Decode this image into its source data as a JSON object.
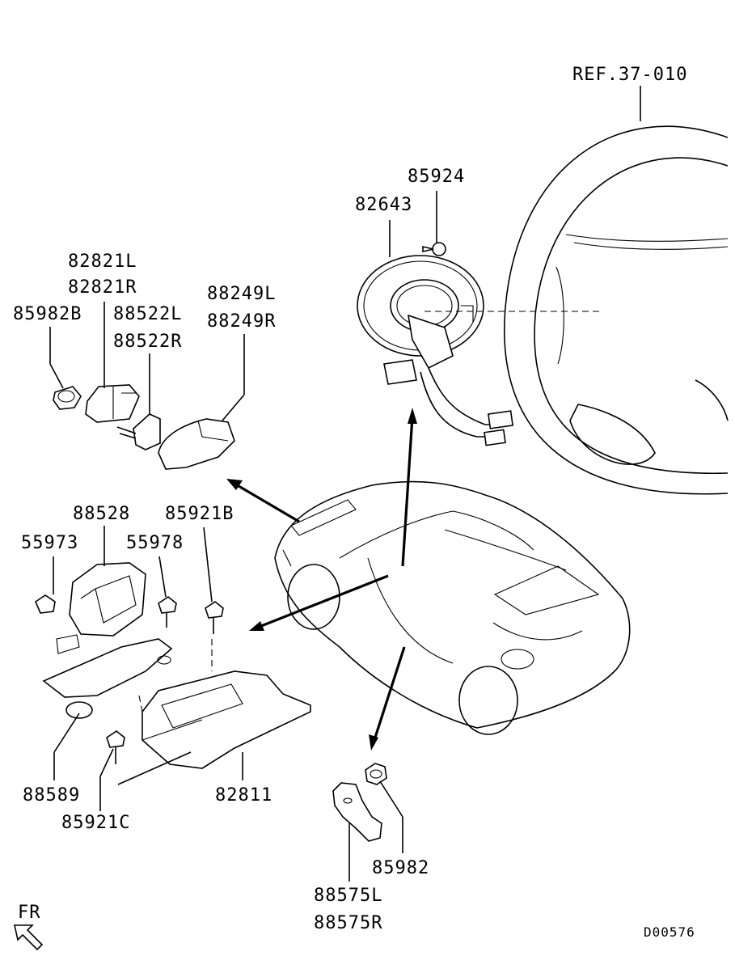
{
  "labels": {
    "ref": "REF.37-010",
    "p85924": "85924",
    "p82643": "82643",
    "p82821L": "82821L",
    "p82821R": "82821R",
    "p85982B": "85982B",
    "p88522L": "88522L",
    "p88522R": "88522R",
    "p88249L": "88249L",
    "p88249R": "88249R",
    "p88528": "88528",
    "p85921B": "85921B",
    "p55973": "55973",
    "p55978": "55978",
    "p88589": "88589",
    "p85921C": "85921C",
    "p82811": "82811",
    "p85982": "85982",
    "p88575L": "88575L",
    "p88575R": "88575R",
    "fr": "FR",
    "code": "D00576"
  }
}
